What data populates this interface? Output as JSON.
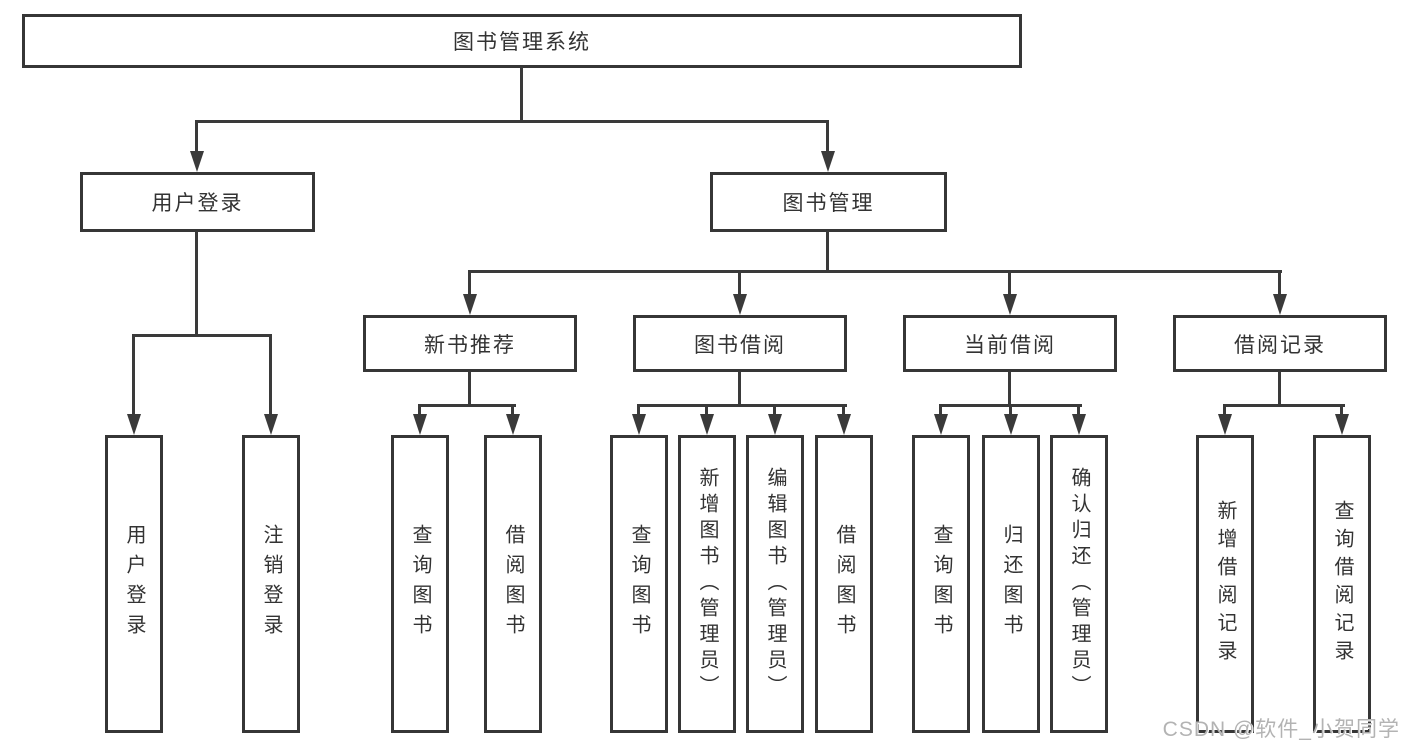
{
  "diagram_title": "图书管理系统",
  "nodes": {
    "root": "图书管理系统"
  },
  "branches": [
    {
      "label": "用户登录"
    },
    {
      "label": "图书管理"
    }
  ],
  "sections": [
    {
      "label": "新书推荐"
    },
    {
      "label": "图书借阅"
    },
    {
      "label": "当前借阅"
    },
    {
      "label": "借阅记录"
    }
  ],
  "leaves": [
    {
      "label": "用户登录"
    },
    {
      "label": "注销登录"
    },
    {
      "label": "查询图书"
    },
    {
      "label": "借阅图书"
    },
    {
      "label": "查询图书"
    },
    {
      "label": "新增图书（管理员）"
    },
    {
      "label": "编辑图书（管理员）"
    },
    {
      "label": "借阅图书"
    },
    {
      "label": "查询图书"
    },
    {
      "label": "归还图书"
    },
    {
      "label": "确认归还（管理员）"
    },
    {
      "label": "新增借阅记录"
    },
    {
      "label": "查询借阅记录"
    }
  ],
  "watermark": "CSDN @软件_小贺同学",
  "colors": {
    "line": "#3a3a3a",
    "border": "#363636",
    "text": "#333333",
    "watermark": "#b3b3b3",
    "background": "#ffffff"
  }
}
